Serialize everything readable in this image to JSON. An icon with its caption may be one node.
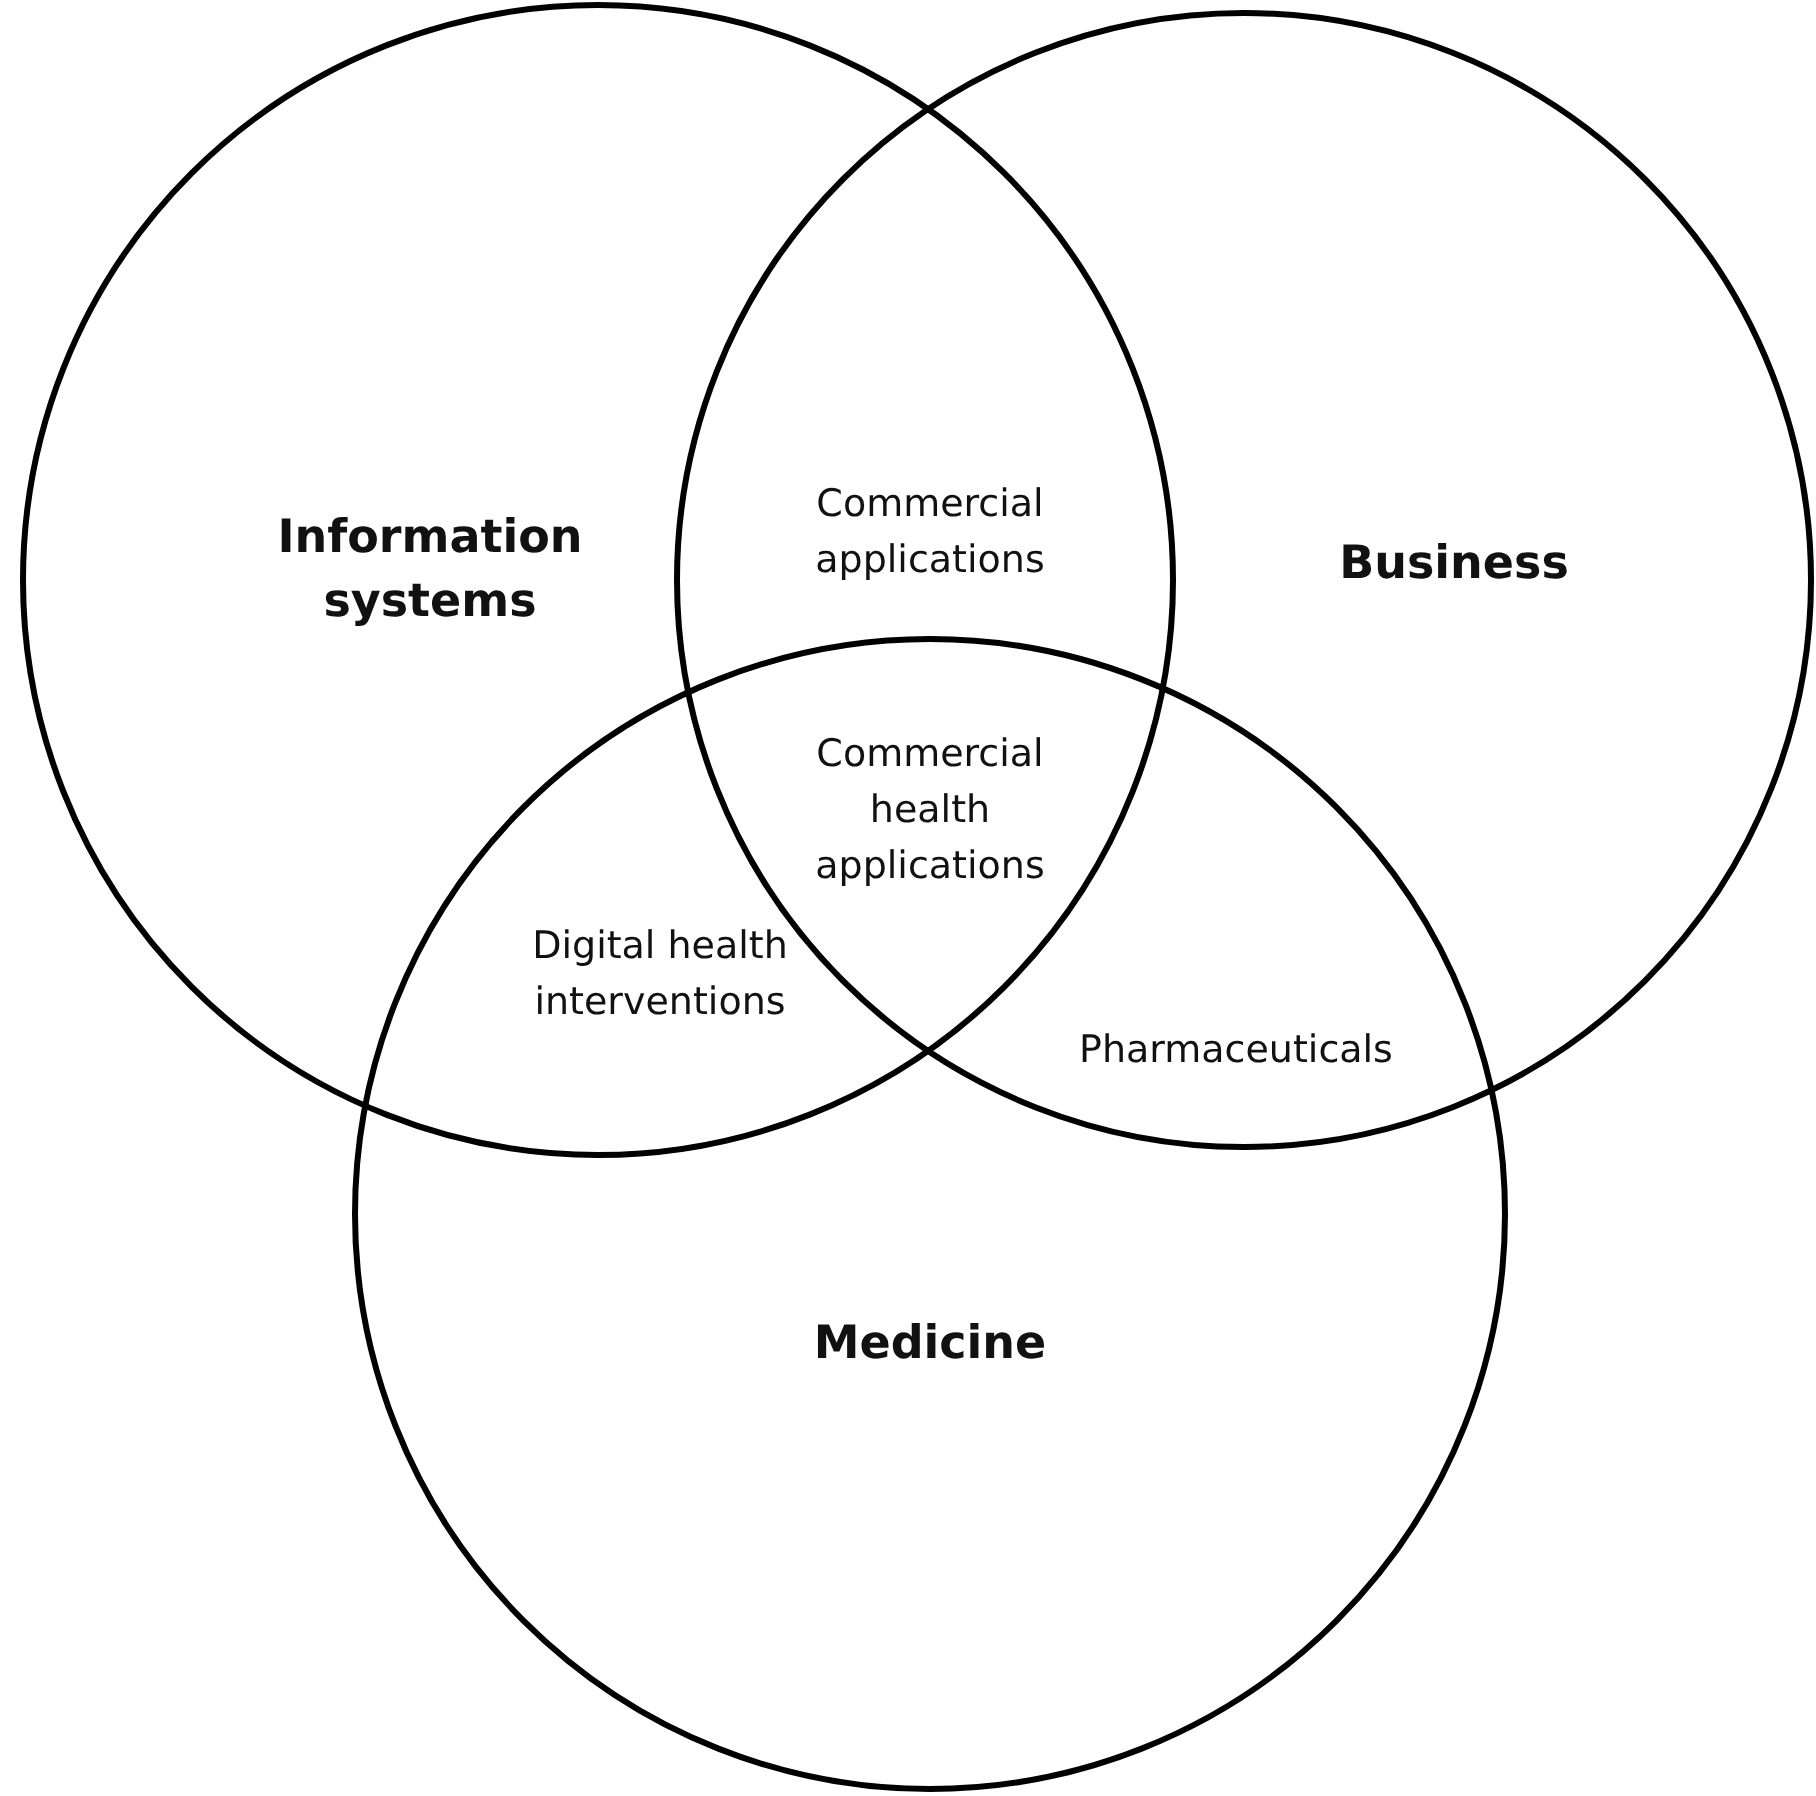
{
  "diagram": {
    "nodes": [
      {
        "text": [
          "Information systems"
        ]
      },
      {
        "text": [
          "Business"
        ]
      },
      {
        "text": [
          "Medicine"
        ]
      }
    ],
    "labels": [
      "Commercial applications",
      "Commercial health applications",
      "Digital health interventions",
      "Pharmaceuticals"
    ]
  }
}
